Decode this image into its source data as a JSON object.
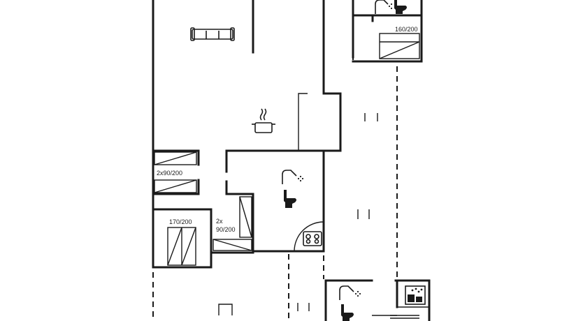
{
  "beds": {
    "bed_a": "160/200",
    "bed_b": "2x90/200",
    "bed_c": "170/200",
    "bed_d_line1": "2x",
    "bed_d_line2": "90/200"
  },
  "icons": [
    "sofa-icon",
    "cooking-pot-icon",
    "shower-icon",
    "toilet-icon",
    "stove-top-icon",
    "washing-machine-icon"
  ]
}
